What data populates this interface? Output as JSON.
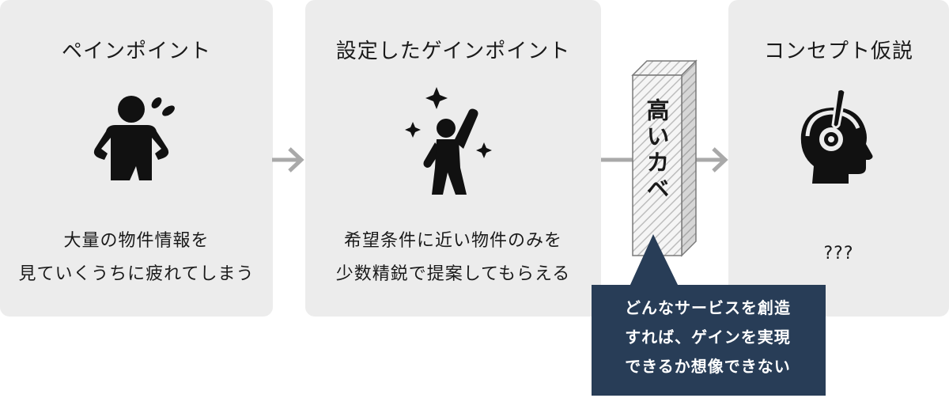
{
  "panels": [
    {
      "title": "ペインポイント",
      "description": [
        "大量の物件情報を",
        "見ていくうちに疲れてしまう"
      ],
      "icon": "tired-person-icon"
    },
    {
      "title": "設定したゲインポイント",
      "description": [
        "希望条件に近い物件のみを",
        "少数精鋭で提案してもらえる"
      ],
      "icon": "cheering-person-icon"
    },
    {
      "title": "コンセプト仮説",
      "description": [
        "???"
      ],
      "icon": "head-headset-idea-icon"
    }
  ],
  "wall": {
    "label": "高いカベ"
  },
  "callout": {
    "lines": [
      "どんなサービスを創造",
      "すれば、ゲインを実現",
      "できるか想像できない"
    ]
  },
  "colors": {
    "panel": "#ececec",
    "arrow": "#a9a9a9",
    "callout": "#283d57",
    "icon": "#111111",
    "wall_front": "#f5f5f5",
    "wall_side": "#cfcfcf",
    "wall_hatch": "#bdbdbd"
  }
}
